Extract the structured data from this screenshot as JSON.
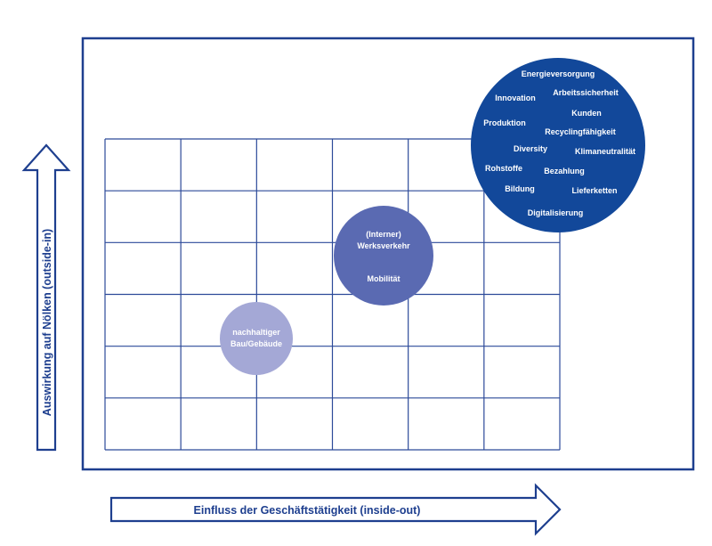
{
  "colors": {
    "frame": "#1e3f8f",
    "grid": "#2c4a99",
    "circle_low": "#a4a8d6",
    "circle_mid": "#5a6ab2",
    "circle_high": "#12489a",
    "circle_text": "#ffffff",
    "axis_text": "#1e3f8f"
  },
  "axes": {
    "x_label": "Einfluss der Geschäftstätigkeit (inside-out)",
    "y_label": "Auswirkung auf Nölken (outside-in)"
  },
  "circles": {
    "low": {
      "lines": [
        "nachhaltiger",
        "Bau/Gebäude"
      ]
    },
    "mid": {
      "lines": [
        "(Interner)",
        "Werksverkehr",
        "Mobilität"
      ]
    },
    "high": {
      "topics": [
        "Energieversorgung",
        "Innovation",
        "Arbeitssicherheit",
        "Produktion",
        "Kunden",
        "Recyclingfähigkeit",
        "Diversity",
        "Klimaneutralität",
        "Rohstoffe",
        "Bezahlung",
        "Bildung",
        "Lieferketten",
        "Digitalisierung"
      ]
    }
  }
}
